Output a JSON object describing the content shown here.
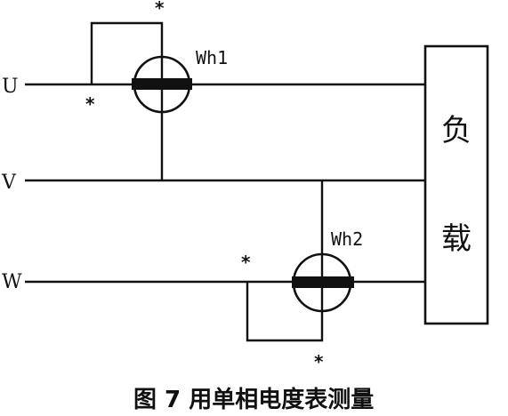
{
  "phases": {
    "u": "U",
    "v": "V",
    "w": "W"
  },
  "meters": {
    "wh1": "Wh1",
    "wh2": "Wh2"
  },
  "polarity_marks": {
    "star": "*"
  },
  "load": {
    "char1": "负",
    "char2": "载"
  },
  "caption": "图 7 用单相电度表测量"
}
